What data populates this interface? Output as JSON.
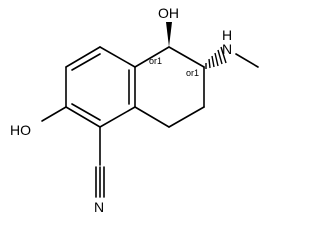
{
  "molecule": {
    "atoms": {
      "hydroxyl_top": "OH",
      "amine": "N",
      "amine_h": "H",
      "hydroxyl_left": "HO",
      "nitrile_n": "N"
    },
    "stereo_labels": {
      "c5": "or1",
      "c6": "or1"
    }
  }
}
